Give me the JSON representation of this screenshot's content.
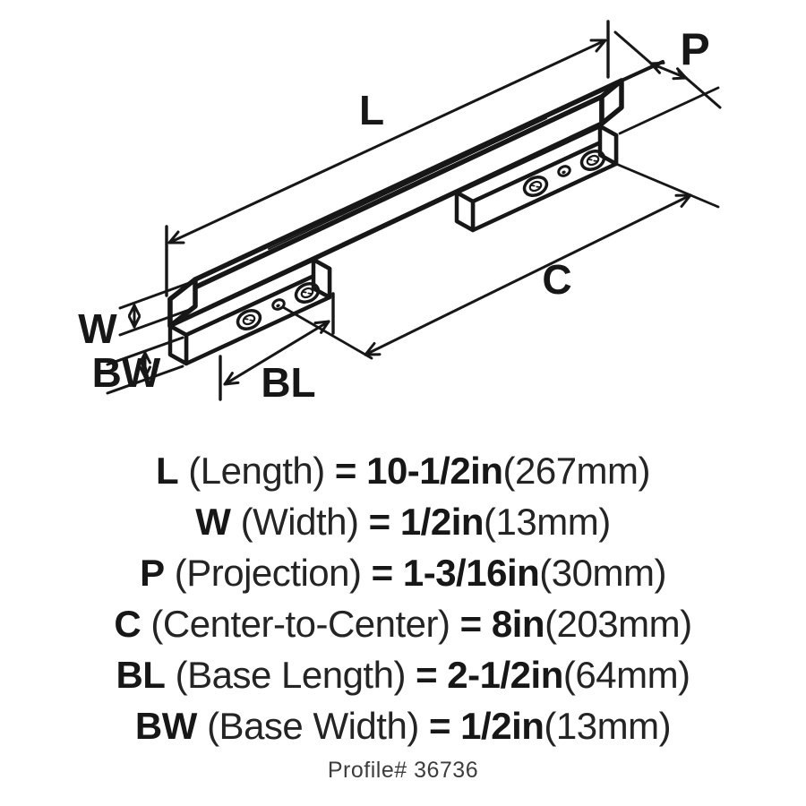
{
  "diagram": {
    "title": "bar-pull-dimension-drawing",
    "labels": {
      "L": "L",
      "P": "P",
      "C": "C",
      "W": "W",
      "BW": "BW",
      "BL": "BL"
    }
  },
  "specs": [
    {
      "symbol": "L",
      "name": " (Length) ",
      "value": "= 10-1/2in",
      "metric": "(267mm)"
    },
    {
      "symbol": "W",
      "name": " (Width) ",
      "value": "= 1/2in",
      "metric": "(13mm)"
    },
    {
      "symbol": "P",
      "name": " (Projection) ",
      "value": "= 1-3/16in",
      "metric": "(30mm)"
    },
    {
      "symbol": "C",
      "name": " (Center-to-Center) ",
      "value": "= 8in",
      "metric": "(203mm)"
    },
    {
      "symbol": "BL",
      "name": " (Base Length) ",
      "value": "= 2-1/2in",
      "metric": "(64mm)"
    },
    {
      "symbol": "BW",
      "name": " (Base Width) ",
      "value": "= 1/2in",
      "metric": "(13mm)"
    }
  ],
  "footer": {
    "profile_label": "Profile# 36736"
  },
  "colors": {
    "ink": "#171717",
    "muted": "#3d3d3d",
    "background": "#ffffff"
  }
}
